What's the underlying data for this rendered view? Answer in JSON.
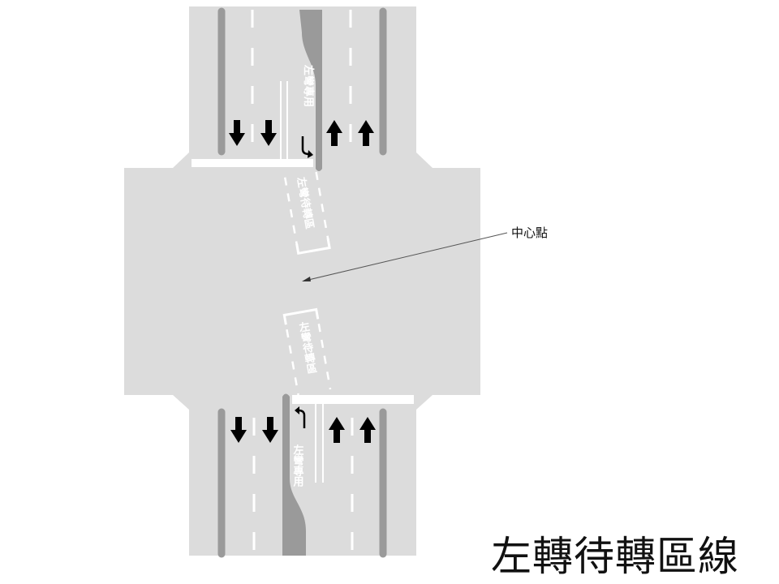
{
  "title": "左轉待轉區線",
  "center_label": "中心點",
  "markings": {
    "left_turn_only": "左彎專用",
    "left_turn_waiting_zone": "左彎待轉區"
  },
  "colors": {
    "road": "#dcdcdc",
    "median": "#9a9a9a",
    "line": "#ffffff",
    "arrow": "#000000"
  }
}
